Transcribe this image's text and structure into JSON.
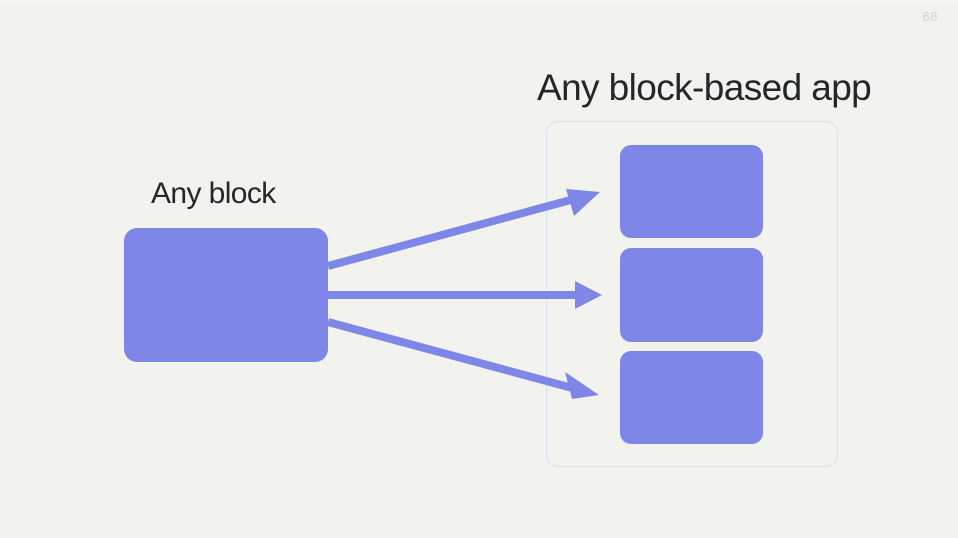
{
  "slide": {
    "page_number": "68",
    "background_color": "#f2f3ee",
    "accent_color": "#7e86e8",
    "text_color": "#25262a",
    "container_border_color": "#d9dff0"
  },
  "diagram": {
    "source": {
      "label": "Any block",
      "shape": "rounded-rectangle",
      "fill": "#7e86e8"
    },
    "target": {
      "title": "Any block-based app",
      "container_shape": "rounded-rectangle-outline",
      "blocks": [
        {
          "name": "app-block-1",
          "fill": "#7e86e8"
        },
        {
          "name": "app-block-2",
          "fill": "#7e86e8"
        },
        {
          "name": "app-block-3",
          "fill": "#7e86e8"
        }
      ]
    },
    "connectors": [
      {
        "name": "arrow-to-block-1",
        "from": "source-block",
        "to": "app-block-1",
        "color": "#7e86e8"
      },
      {
        "name": "arrow-to-block-2",
        "from": "source-block",
        "to": "app-block-2",
        "color": "#7e86e8"
      },
      {
        "name": "arrow-to-block-3",
        "from": "source-block",
        "to": "app-block-3",
        "color": "#7e86e8"
      }
    ]
  }
}
